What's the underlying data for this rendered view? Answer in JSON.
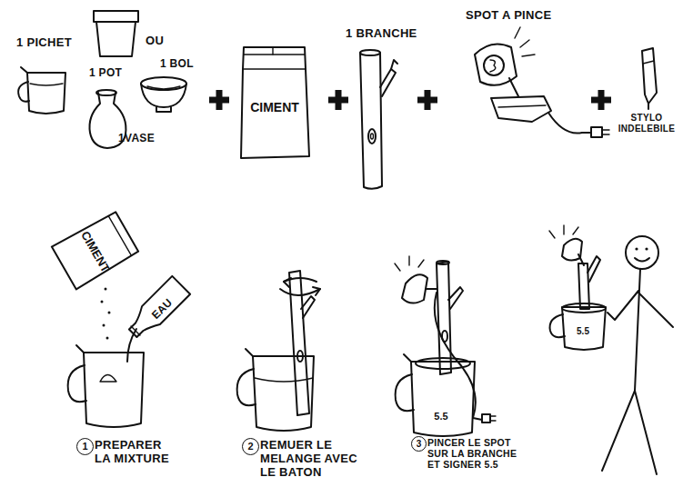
{
  "diagram": {
    "nodes": [
      {
        "text": [
          "CIMENT"
        ]
      },
      {
        "text": [
          "CIMENT"
        ]
      },
      {
        "text": [
          "EAU"
        ]
      },
      {
        "text": [
          "5.5"
        ]
      },
      {
        "text": [
          "5.5"
        ]
      }
    ],
    "labels": [
      "1 PICHET",
      "OU",
      "1 POT",
      "1 BOL",
      "1VASE",
      "1 BRANCHE",
      "SPOT A PINCE",
      "STYLO INDELEBILE",
      "1",
      "PREPARER LA MIXTURE",
      "2",
      "REMUER LE MELANGE AVEC LE BATON",
      "3",
      "PINCER LE SPOT SUR LA BRANCHE ET SIGNER 5.5"
    ]
  }
}
